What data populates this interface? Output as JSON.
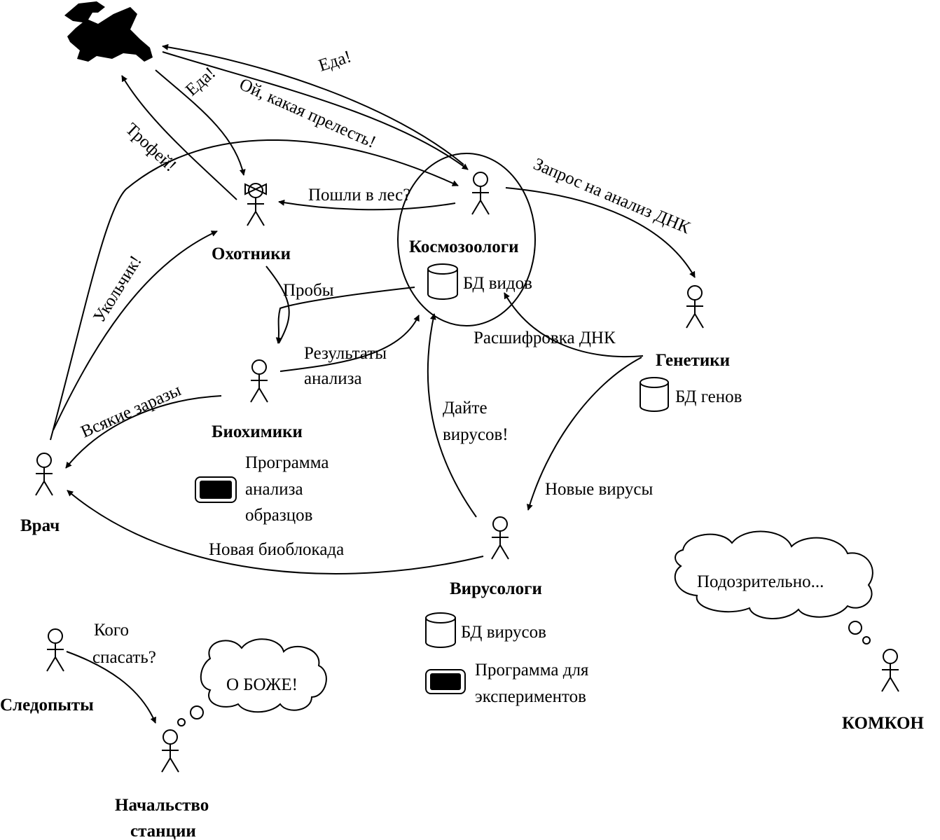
{
  "actors": {
    "kosmo": "Космозоологи",
    "hunters": "Охотники",
    "genetics": "Генетики",
    "biochem": "Биохимики",
    "doctor": "Врач",
    "virologists": "Вирусологи",
    "trackers": "Следопыты",
    "chief_line1": "Начальство",
    "chief_line2": "станции",
    "komkon": "КОМКОН"
  },
  "resources": {
    "species_db": "БД видов",
    "genes_db": "БД генов",
    "viruses_db": "БД вирусов",
    "analysis_prog": [
      "Программа",
      "анализа",
      "образцов"
    ],
    "experiment_prog": [
      "Программа для",
      "экспериментов"
    ]
  },
  "messages": {
    "food1": "Еда!",
    "cute": "Ой, какая прелесть!",
    "food2": "Еда!",
    "trophy": "Трофей!",
    "go_forest": "Пошли в лес?",
    "dna_request": "Запрос на анализ ДНК",
    "samples": "Пробы",
    "results": [
      "Результаты",
      "анализа"
    ],
    "dna_decode": "Расшифровка ДНК",
    "injection": "Укольчик!",
    "germs": "Всякие заразы",
    "give_viruses": [
      "Дайте",
      "вирусов!"
    ],
    "new_viruses": "Новые вирусы",
    "bioblockade": "Новая биоблокада",
    "whom_rescue": [
      "Кого",
      "спасать?"
    ]
  },
  "thoughts": {
    "chief": "О БОЖЕ!",
    "komkon": "Подозрительно..."
  }
}
